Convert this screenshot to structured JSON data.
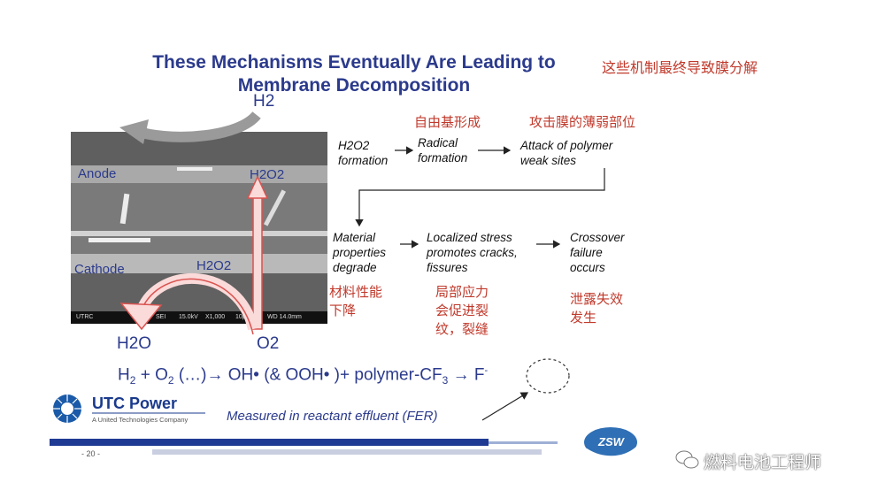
{
  "title": {
    "line1": "These Mechanisms Eventually Are Leading to",
    "line2": "Membrane Decomposition"
  },
  "title_cn": "这些机制最终导致膜分解",
  "sem": {
    "h2_top": "H2",
    "anode": "Anode",
    "h2o2_right": "H2O2",
    "cathode": "Cathode",
    "h2o2_cathode": "H2O2",
    "h2o_bottom": "H2O",
    "o2_bottom": "O2",
    "scalebar": {
      "org": "UTRC",
      "mode": "SEI",
      "kv": "15.0kV",
      "mag": "X1,000",
      "scale": "10μm",
      "wd": "WD 14.0mm"
    }
  },
  "flow": {
    "step1": {
      "line1": "H2O2",
      "line2": "formation"
    },
    "step2": {
      "line1": "Radical",
      "line2": "formation",
      "cn": "自由基形成"
    },
    "step3": {
      "line1": "Attack of polymer",
      "line2": "weak sites",
      "cn": "攻击膜的薄弱部位"
    },
    "step4": {
      "line1": "Material",
      "line2": "properties",
      "line3": "degrade",
      "cn1": "材料性能",
      "cn2": "下降"
    },
    "step5": {
      "line1": "Localized stress",
      "line2": "promotes cracks,",
      "line3": "fissures",
      "cn1": "局部应力",
      "cn2": "会促进裂",
      "cn3": "纹，裂缝"
    },
    "step6": {
      "line1": "Crossover",
      "line2": "failure",
      "line3": "occurs",
      "cn1": "泄露失效",
      "cn2": "发生"
    }
  },
  "equation": {
    "h2": "H",
    "h2_sub": "2",
    "plus_o": " + O",
    "o2_sub": "2",
    "rest": " (…)→ OH• (& OOH• )+ polymer-CF",
    "cf_sub": "3",
    "arrow": " → ",
    "fluoride": "F",
    "fluoride_sup": "-"
  },
  "fer_note": "Measured in reactant effluent (FER)",
  "logo": {
    "name": "UTC Power",
    "sub": "A United Technologies Company"
  },
  "page_number": "- 20 -",
  "watermark": "燃料电池工程师",
  "colors": {
    "title": "#2b3a8c",
    "cn_red": "#c0392b",
    "arrow_red": "#d9534f",
    "bar_blue": "#1f3a93"
  }
}
